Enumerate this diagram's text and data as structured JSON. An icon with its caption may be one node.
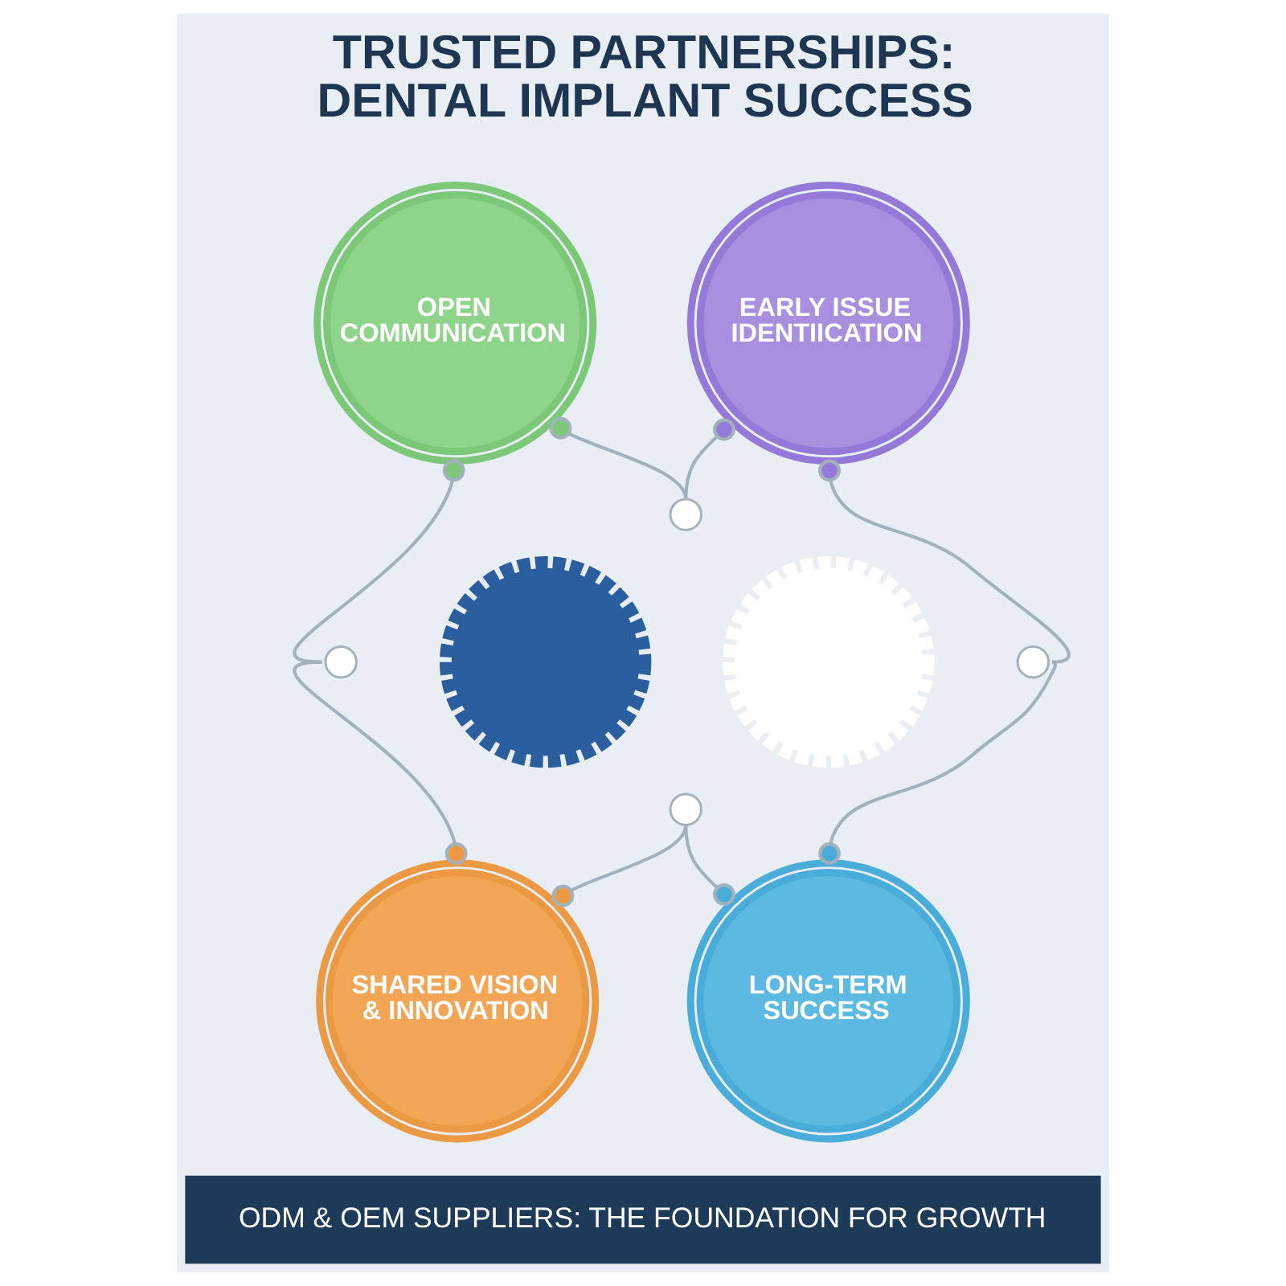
{
  "diagram": {
    "title": "TRUSTED PARTNERSHIPS: DENTAL IMPLANT SUCCESS",
    "caption": "ODM & OEM SUPPLIERS: THE FOUNDATION FOR GROWTH",
    "nodes": [
      {
        "text": [
          "OPEN COMMUNICATION"
        ]
      },
      {
        "text": [
          "EARLY ISSUE IDENTIICATION"
        ]
      },
      {
        "text": [],
        "shape": "circle"
      },
      {
        "text": [],
        "shape": "circle"
      },
      {
        "text": [],
        "shape": "gear"
      },
      {
        "text": [],
        "shape": "gear"
      },
      {
        "text": [],
        "shape": "circle"
      },
      {
        "text": [],
        "shape": "circle"
      },
      {
        "text": [
          "SHARED VISION & INNOVATION"
        ]
      },
      {
        "text": [
          "LONG-TERM SUCCESS"
        ]
      }
    ],
    "edges": [
      {
        "from": 0,
        "to": 2,
        "arrow": "other"
      },
      {
        "from": 1,
        "to": 2,
        "arrow": "other"
      },
      {
        "from": 0,
        "to": 3,
        "arrow": "other"
      },
      {
        "from": 8,
        "to": 3,
        "arrow": "other"
      },
      {
        "from": 1,
        "to": 6,
        "arrow": "other"
      },
      {
        "from": 9,
        "to": 6,
        "arrow": "other"
      },
      {
        "from": 8,
        "to": 7,
        "arrow": "other"
      },
      {
        "from": 9,
        "to": 7,
        "arrow": "other"
      }
    ]
  }
}
